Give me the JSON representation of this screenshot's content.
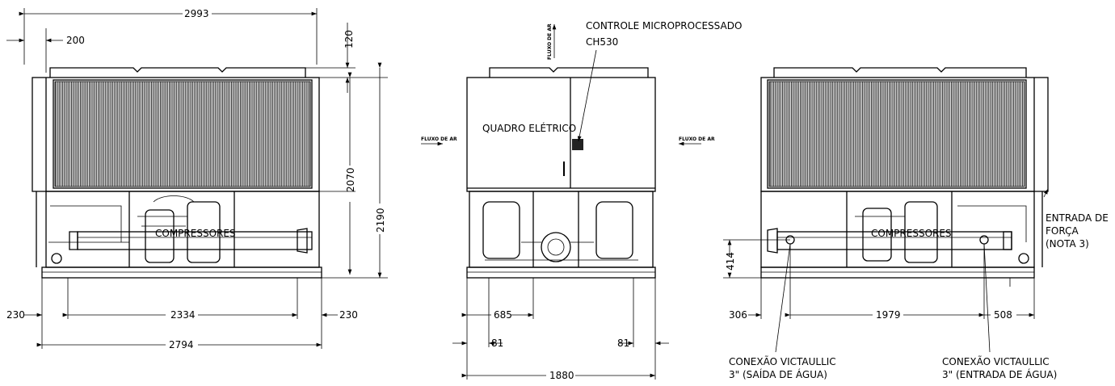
{
  "front_view": {
    "dim_2993": "2993",
    "dim_200": "200",
    "dim_120": "120",
    "dim_2070": "2070",
    "dim_2190": "2190",
    "dim_230_left": "230",
    "dim_230_right": "230",
    "dim_2334": "2334",
    "dim_2794": "2794",
    "label_compressors": "COMPRESSORES"
  },
  "side_view": {
    "label_controller_line1": "CONTROLE MICROPROCESSADO",
    "label_controller_line2": "CH530",
    "label_panel": "QUADRO ELÉTRICO",
    "airflow_label": "FLUXO DE AR",
    "dim_685": "685",
    "dim_81_left": "81",
    "dim_81_right": "81",
    "dim_1880": "1880"
  },
  "rear_view": {
    "label_compressors": "COMPRESSORES",
    "label_power_line1": "ENTRADA DE",
    "label_power_line2": "FORÇA",
    "label_power_line3": "(NOTA 3)",
    "dim_414": "414",
    "dim_306": "306",
    "dim_1979": "1979",
    "dim_508": "508",
    "conn_out_line1": "CONEXÃO VICTAULLIC",
    "conn_out_line2": "3\"  (SAÍDA DE ÁGUA)",
    "conn_in_line1": "CONEXÃO VICTAULLIC",
    "conn_in_line2": "3\" (ENTRADA DE ÁGUA)"
  }
}
